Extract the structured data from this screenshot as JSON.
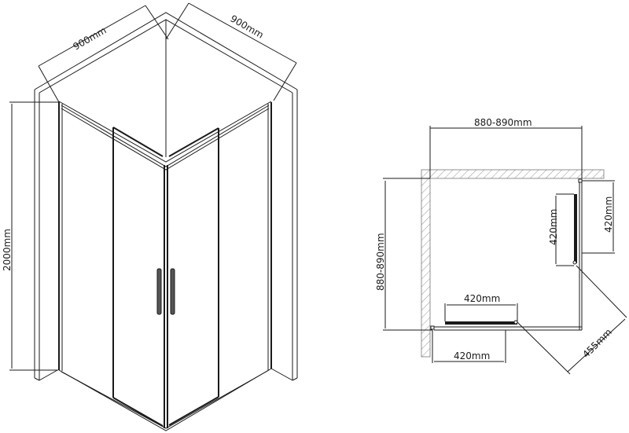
{
  "diagram": {
    "type": "technical-drawing",
    "subject": "corner shower enclosure with sliding doors",
    "colors": {
      "line": "#1a1a1a",
      "hatch": "#777777",
      "background": "#ffffff"
    }
  },
  "perspective_view": {
    "width_left_label": "900mm",
    "width_right_label": "900mm",
    "height_label": "2000mm"
  },
  "plan_view": {
    "overall_width_label": "880-890mm",
    "overall_depth_label": "880-890mm",
    "right_fixed_panel_label": "420mm",
    "right_door_label": "420mm",
    "bottom_door_label": "420mm",
    "bottom_fixed_panel_label": "420mm",
    "entrance_diagonal_label": "455mm"
  }
}
